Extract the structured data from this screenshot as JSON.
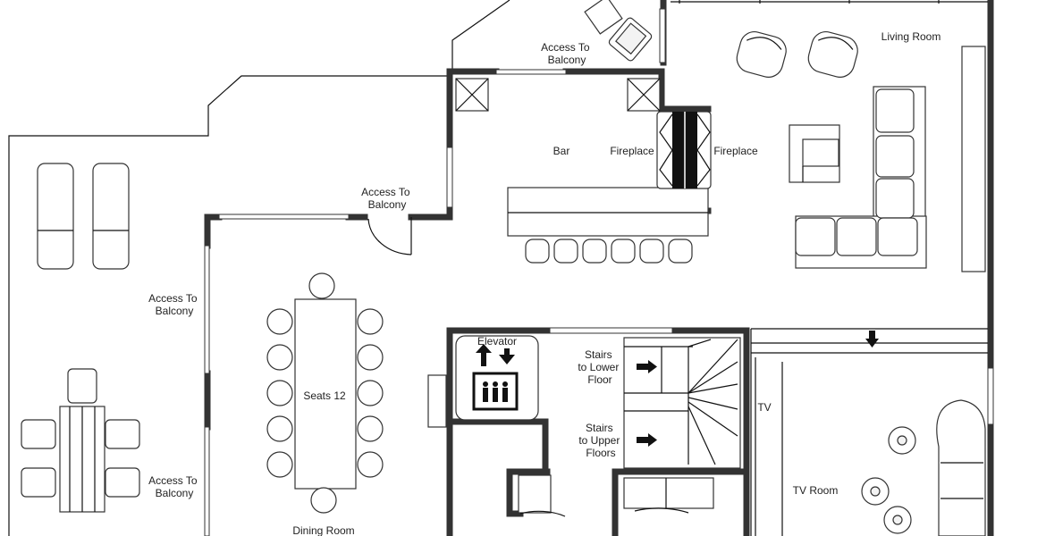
{
  "labels": {
    "access_balcony_top": [
      "Access To",
      "Balcony"
    ],
    "access_balcony_mid": [
      "Access To",
      "Balcony"
    ],
    "access_balcony_left_upper": [
      "Access To",
      "Balcony"
    ],
    "access_balcony_left_lower": [
      "Access To",
      "Balcony"
    ],
    "bar": "Bar",
    "fireplace_left": "Fireplace",
    "fireplace_right": "Fireplace",
    "living_room": "Living Room",
    "seats": "Seats 12",
    "elevator": "Elevator",
    "stairs_lower": [
      "Stairs",
      "to Lower",
      "Floor"
    ],
    "stairs_upper": [
      "Stairs",
      "to Upper",
      "Floors"
    ],
    "tv": "TV",
    "tv_room": "TV Room",
    "dining_room": "Dining Room"
  },
  "colors": {
    "wall": "#333333",
    "line": "#111111",
    "fill": "#ffffff"
  }
}
